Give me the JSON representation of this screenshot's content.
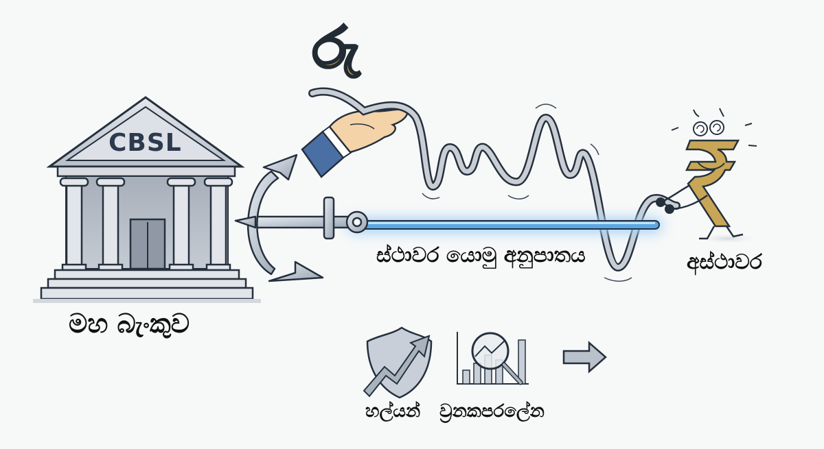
{
  "figure": {
    "theme": "Central bank managing a currency peg versus free-floating currency",
    "colors": {
      "background": "#f7f8f8",
      "outline": "#25303d",
      "stone": "#c9ced6",
      "gold": "#c8a655",
      "suit_blue": "#4a6fa5",
      "peg_bar": "#5aa7e6",
      "rope": "#c4c9d0",
      "icon_gray": "#b3bcc6"
    }
  },
  "central_bank": {
    "pediment_text": "CBSL",
    "label": "මහ බැංකුව"
  },
  "currency_symbol": {
    "text": "රු"
  },
  "peg": {
    "label": "ස්ථාවර යොමු අනුපාතය"
  },
  "float_character": {
    "label": "අස්ථාවර"
  },
  "bottom_icons": [
    {
      "icon": "shield-growth-icon",
      "label": "හල්යන්"
    },
    {
      "icon": "chart-magnifier-icon",
      "label": "ව්‍රනකපරලේන"
    },
    {
      "icon": "arrow-right-icon",
      "label": ""
    }
  ]
}
